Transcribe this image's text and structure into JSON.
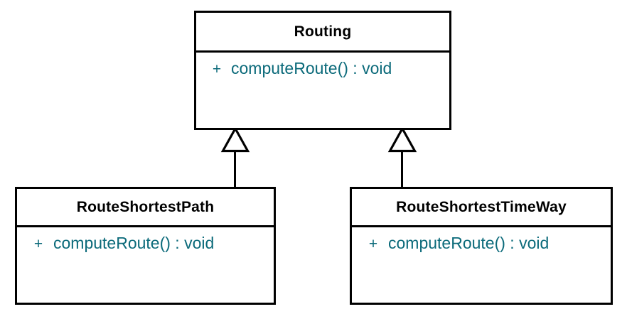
{
  "diagram": {
    "type": "uml-class-diagram",
    "background_color": "#ffffff",
    "line_color": "#000000",
    "title_color": "#000000",
    "member_color": "#0b6a7a",
    "classes": [
      {
        "id": "routing",
        "name": "Routing",
        "role": "superclass",
        "members": [
          {
            "visibility": "+",
            "signature": "computeRoute() : void"
          }
        ]
      },
      {
        "id": "route-shortest-path",
        "name": "RouteShortestPath",
        "role": "subclass",
        "members": [
          {
            "visibility": "+",
            "signature": "computeRoute() : void"
          }
        ]
      },
      {
        "id": "route-shortest-time-way",
        "name": "RouteShortestTimeWay",
        "role": "subclass",
        "members": [
          {
            "visibility": "+",
            "signature": "computeRoute() : void"
          }
        ]
      }
    ],
    "relationships": [
      {
        "type": "generalization",
        "from": "route-shortest-path",
        "to": "routing"
      },
      {
        "type": "generalization",
        "from": "route-shortest-time-way",
        "to": "routing"
      }
    ]
  }
}
